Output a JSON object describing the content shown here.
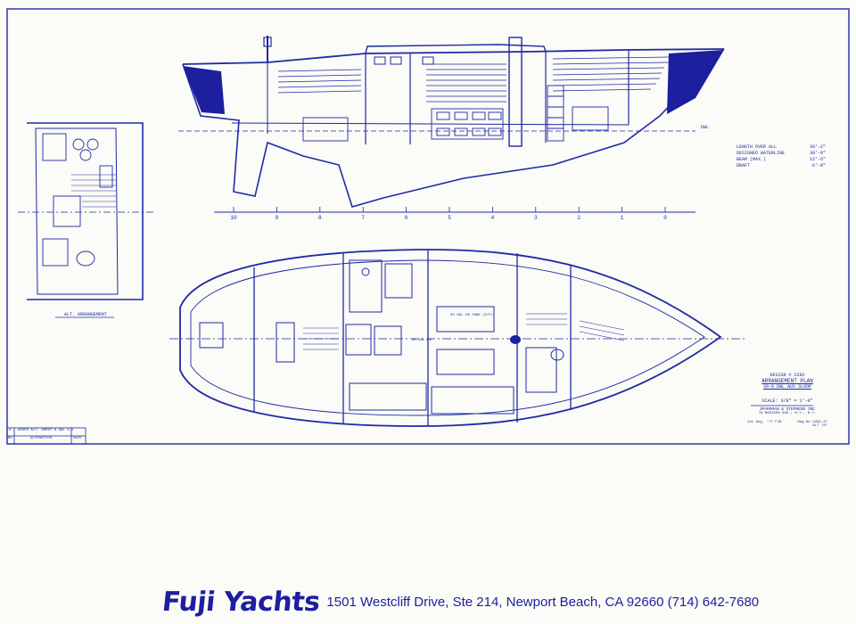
{
  "specs": [
    {
      "label": "LENGTH OVER ALL",
      "value": "39'-2\""
    },
    {
      "label": "DESIGNED WATERLINE",
      "value": "30'-0\""
    },
    {
      "label": "BEAM (MAX.)",
      "value": "12'-6\""
    },
    {
      "label": "DRAFT",
      "value": "6'-0\""
    }
  ],
  "station_numbers": [
    "10",
    "9",
    "8",
    "7",
    "6",
    "5",
    "4",
    "3",
    "2",
    "1",
    "0"
  ],
  "inset_caption": "ALT. ARRANGEMENT",
  "dwl_mark": "DWL",
  "title_block": {
    "design_no": "DESIGN # 2292",
    "title": "ARRANGEMENT PLAN",
    "subtitle": "30-0 DWL AUX SLOOP",
    "scale": "SCALE: 3/8\" = 1'-0\"",
    "designer": "SPARKMAN & STEPHENS INC",
    "designer_address": "79 MADISON AVE., N.Y., N.Y.",
    "date": "1st Aug. '77 FJK",
    "dwg_no": "Dwg No 2292-37",
    "alt": "ALT \"A\""
  },
  "revision_block": {
    "row_id": "A",
    "row_text": "ADDED ALT. ARRGT & DWL 4-1",
    "col_label": "ALTERATION",
    "col_date": "DATE",
    "col_no": "NO"
  },
  "plan_labels": [
    "50 GAL FW TANK (S/P)",
    "80 GAL FW"
  ],
  "footer": {
    "brand": "Fuji Yachts",
    "address": "1501 Westcliff Drive, Ste 214,  Newport Beach, CA 92660  (714) 642-7680"
  },
  "colors": {
    "ink": "#1f2aa5",
    "paper": "#fbfbf7",
    "fill": "#1c1f9e"
  }
}
